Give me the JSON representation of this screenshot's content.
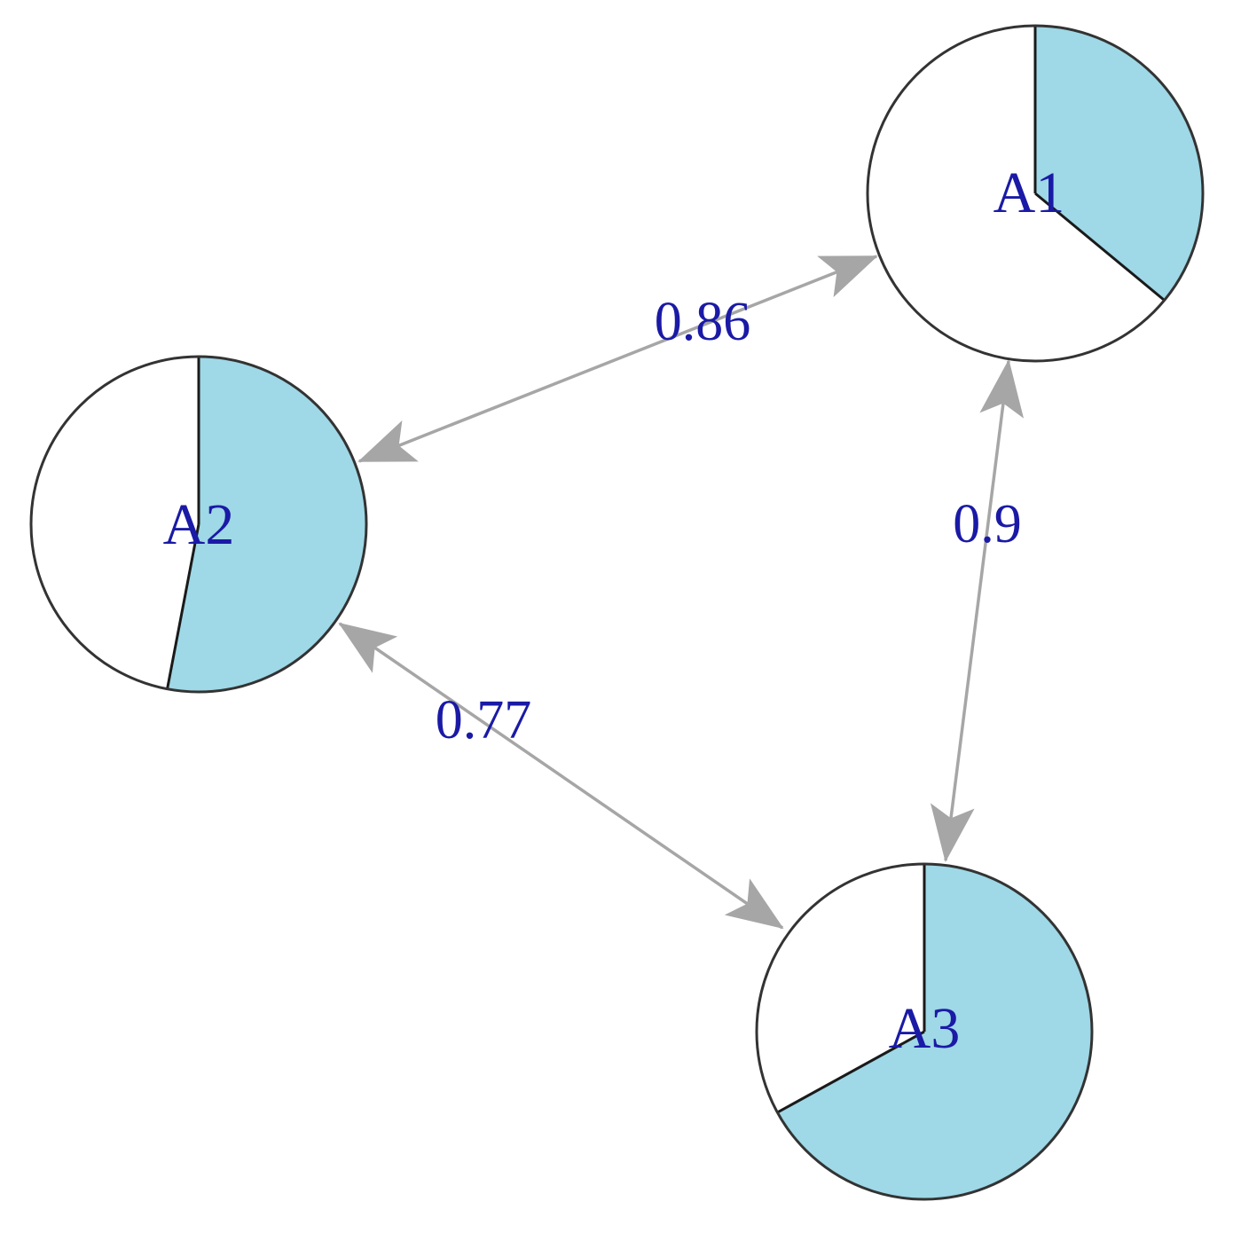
{
  "colors": {
    "slice_fill": "#9fd8e6",
    "node_fill": "#ffffff",
    "node_stroke": "#333333",
    "edge": "#a6a6a6",
    "label": "#1a1aa6"
  },
  "nodes": [
    {
      "id": "A1",
      "label": "A1",
      "value": 0.36
    },
    {
      "id": "A2",
      "label": "A2",
      "value": 0.53
    },
    {
      "id": "A3",
      "label": "A3",
      "value": 0.67
    }
  ],
  "edges": [
    {
      "from": "A1",
      "to": "A2",
      "weight_label": "0.86",
      "bidirectional": true
    },
    {
      "from": "A1",
      "to": "A3",
      "weight_label": "0.9",
      "bidirectional": true
    },
    {
      "from": "A2",
      "to": "A3",
      "weight_label": "0.77",
      "bidirectional": true
    }
  ]
}
